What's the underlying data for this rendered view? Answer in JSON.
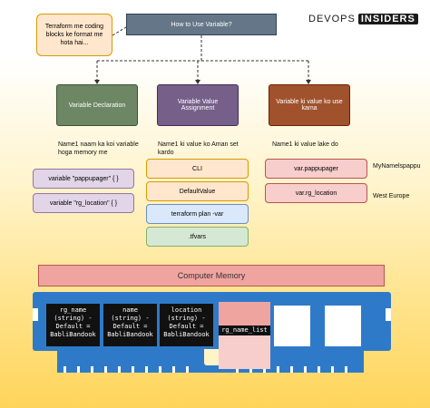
{
  "title": "How to Use Variable?",
  "note": "Terraform me coding blocks ke format me hota hai...",
  "logo": {
    "left": "DEVOPS",
    "right": "INSIDERS"
  },
  "colors": {
    "declaration": "#6d8764",
    "assignment": "#76608a",
    "kama": "#a0522d",
    "memory": "#2f7ac8"
  },
  "categories": {
    "declaration": {
      "label": "Variable Declaration",
      "description": "Name1 naam ka koi variable hoga memory me",
      "items": [
        "variable \"pappupager\" { }",
        "variable \"rg_location\" { }"
      ]
    },
    "assignment": {
      "label": "Variable Value Assignment",
      "description": "Name1 ki value ko Aman set kardo",
      "items": [
        "CLI",
        "DefaultValue",
        "terraform plan -var",
        ".tfvars"
      ]
    },
    "kama": {
      "label": "Variable ki value ko use kama",
      "description": "Name1 ki value lake do",
      "items": [
        "var.pappupager",
        "var.rg_location"
      ],
      "values": [
        "MyNamelspappu",
        "West Europe"
      ]
    }
  },
  "memory": {
    "title": "Computer Memory",
    "cells": [
      "rg_name\n(string) -\nDefault =\nBabliBandook",
      "name\n(string) -\nDefault =\nBabliBandook",
      "location\n(string) -\nDefault =\nBabliBandook"
    ],
    "list_label": "rg_name_list"
  }
}
